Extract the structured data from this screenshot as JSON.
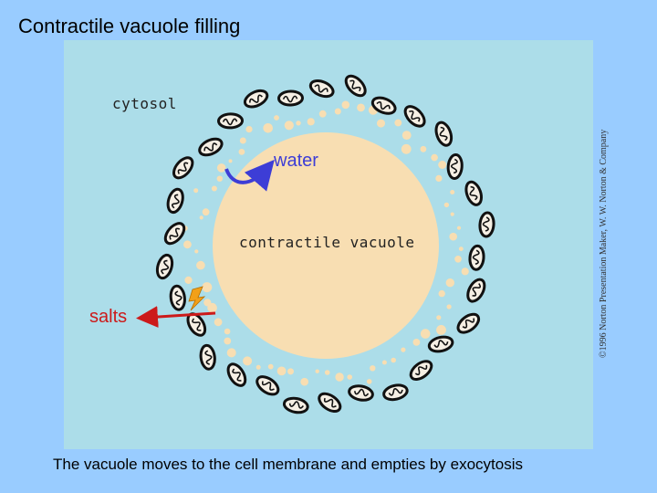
{
  "slide": {
    "title": "Contractile vacuole filling",
    "caption": "The vacuole moves to the cell membrane and empties by exocytosis"
  },
  "diagram": {
    "cytosol_label": "cytosol",
    "vacuole_label": "contractile vacuole",
    "water_label": "water",
    "salts_label": "salts",
    "copyright": "©1996 Norton Presentation Maker, W. W. Norton & Company"
  },
  "colors": {
    "background": "#99ccff",
    "cytosol": "#acdde9",
    "vacuole": "#f8deb2",
    "water_arrow": "#3d3dd6",
    "salts_arrow": "#cc1a1a",
    "organelle": "#111111"
  },
  "icons": {
    "water_arrow": "curved-arrow-icon",
    "salts_arrow": "left-arrow-icon",
    "pump": "lightning-bolt-icon"
  }
}
